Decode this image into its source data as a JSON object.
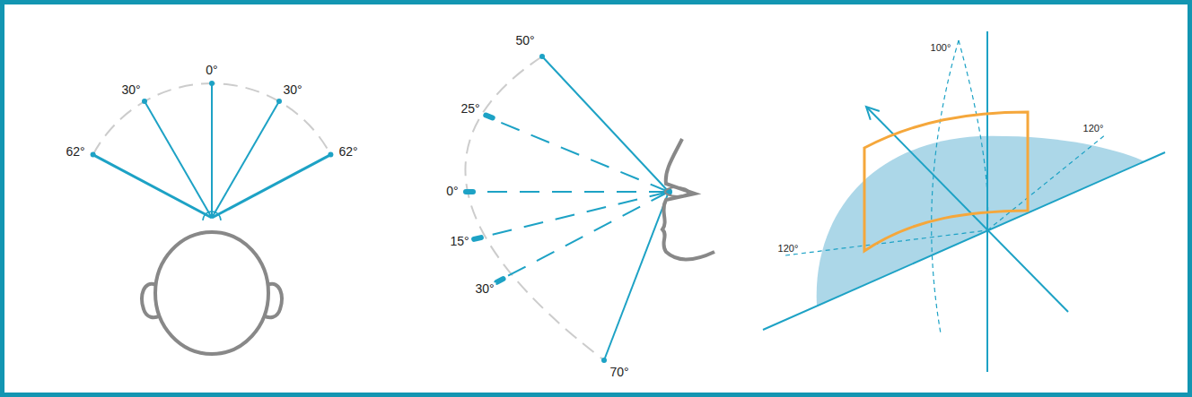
{
  "diagram": {
    "labels": [
      "0°",
      "30°",
      "30°",
      "62°",
      "62°",
      "50°",
      "25°",
      "0°",
      "15°",
      "30°",
      "70°",
      "100°",
      "120°",
      "120°"
    ]
  }
}
